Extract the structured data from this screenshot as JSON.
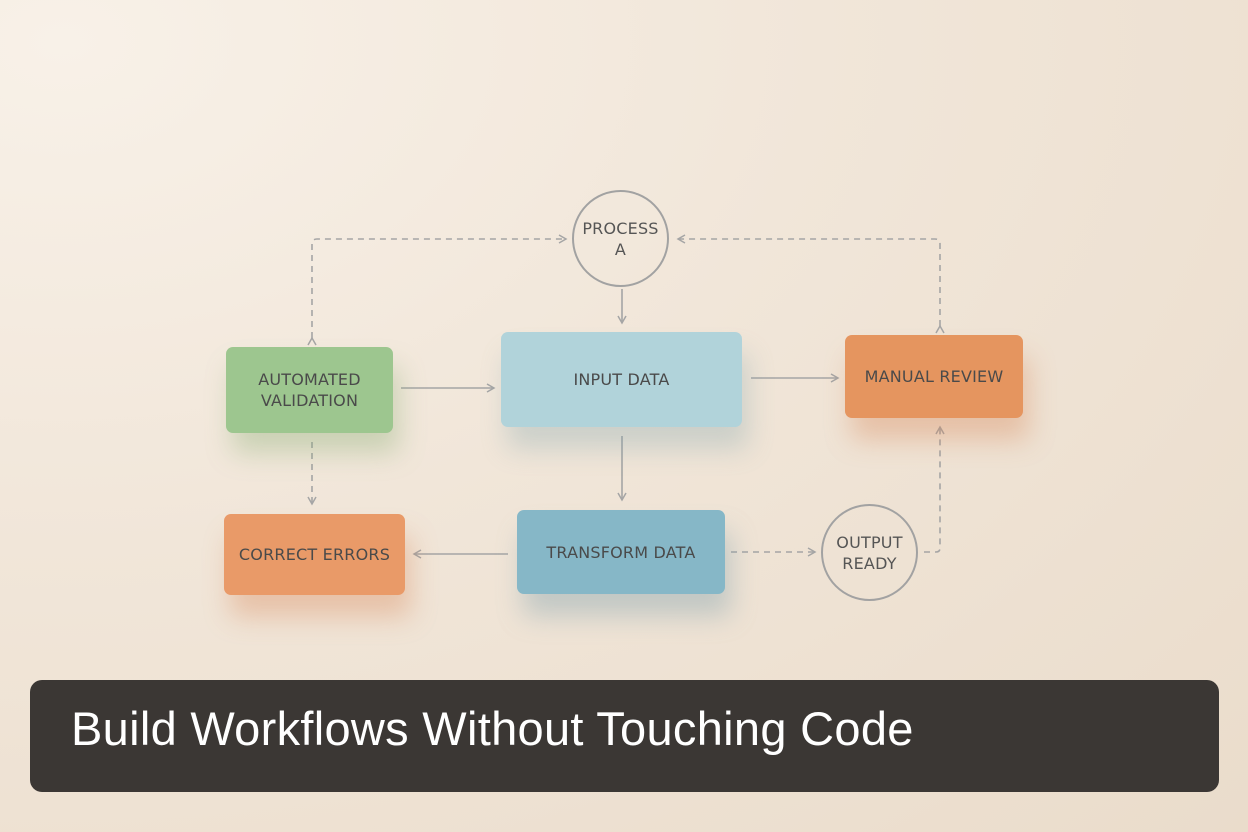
{
  "nodes": {
    "process_a": "PROCESS\nA",
    "automated_validation": "AUTOMATED\nVALIDATION",
    "input_data": "INPUT DATA",
    "manual_review": "MANUAL REVIEW",
    "correct_errors": "CORRECT ERRORS",
    "transform_data": "TRANSFORM DATA",
    "output_ready": "OUTPUT\nREADY"
  },
  "caption": {
    "title": "Build Workflows Without Touching Code"
  },
  "colors": {
    "automated_validation": "#9dc68f",
    "input_data": "#b1d3da",
    "manual_review": "#e5955f",
    "correct_errors": "#e99a68",
    "transform_data": "#86b7c7",
    "connector": "#a5a5a5",
    "caption_background": "#3b3734",
    "caption_text": "#ffffff"
  }
}
